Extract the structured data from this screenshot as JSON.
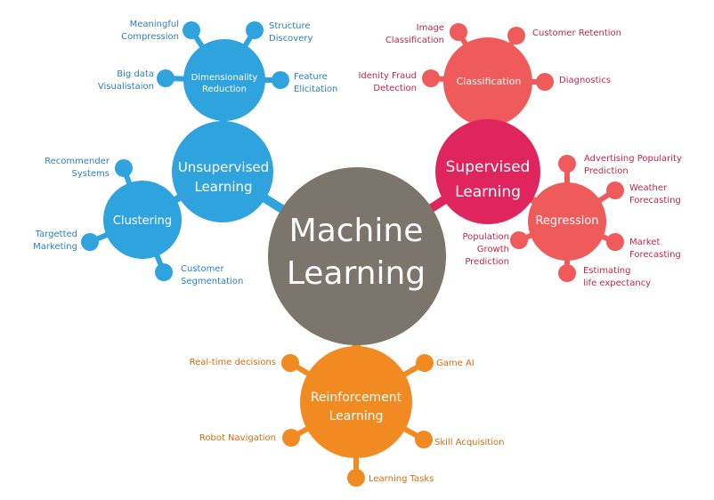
{
  "colors": {
    "center": "#7b756b",
    "unsupervised": "#2ea3dd",
    "supervised": "#e0245e",
    "supervised_sub": "#ef5a5a",
    "reinforcement": "#f28a22",
    "label_blue": "#2a7fbf",
    "label_red": "#c0264a",
    "label_orange": "#d66a10"
  },
  "center": {
    "title": "Machine\nLearning"
  },
  "unsupervised": {
    "title": "Unsupervised\nLearning",
    "dimensionality": {
      "title": "Dimensionality\nReduction",
      "leaves": [
        "Meaningful\nCompression",
        "Structure\nDiscovery",
        "Big data\nVisualistaion",
        "Feature\nElicitation"
      ]
    },
    "clustering": {
      "title": "Clustering",
      "leaves": [
        "Recommender\nSystems",
        "Targetted\nMarketing",
        "Customer\nSegmentation"
      ]
    }
  },
  "supervised": {
    "title": "Supervised\nLearning",
    "classification": {
      "title": "Classification",
      "leaves": [
        "Image\nClassification",
        "Customer Retention",
        "Idenity Fraud\nDetection",
        "Diagnostics"
      ]
    },
    "regression": {
      "title": "Regression",
      "leaves": [
        "Advertising Popularity\nPrediction",
        "Weather\nForecasting",
        "Population\nGrowth\nPrediction",
        "Market\nForecasting",
        "Estimating\nlife expectancy"
      ]
    }
  },
  "reinforcement": {
    "title": "Reinforcement\nLearning",
    "leaves": [
      "Real-time decisions",
      "Game AI",
      "Robot Navigation",
      "Skill Acquisition",
      "Learning Tasks"
    ]
  }
}
